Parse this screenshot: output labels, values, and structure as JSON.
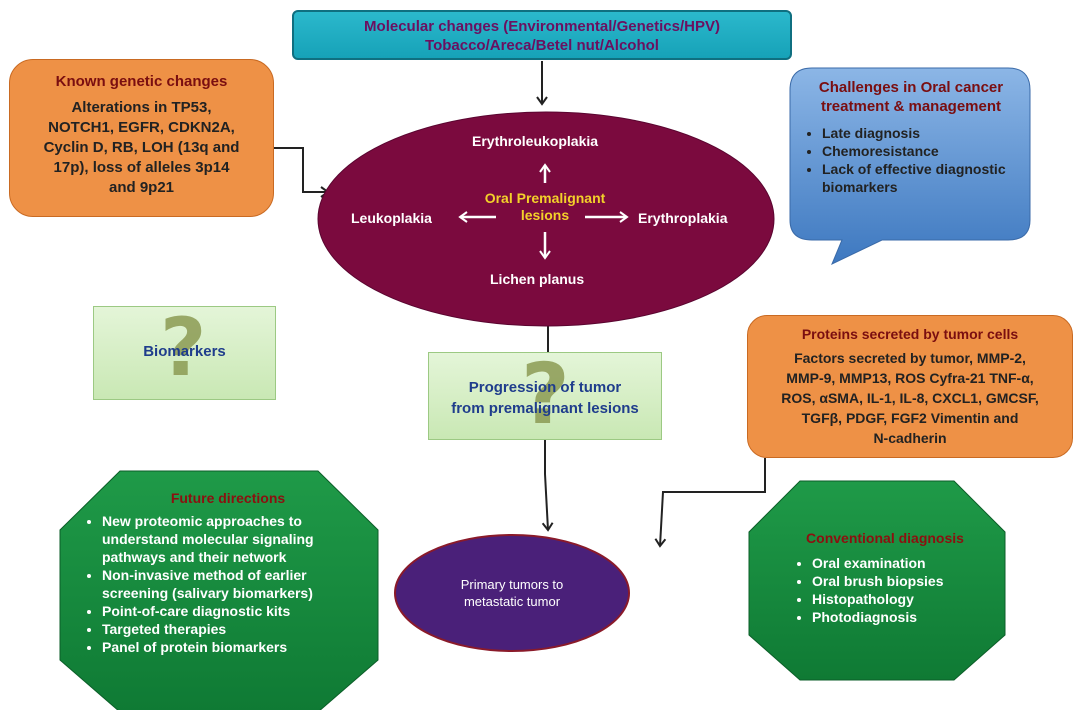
{
  "top_box": {
    "line1": "Molecular changes (Environmental/Genetics/HPV)",
    "line2": "Tobacco/Areca/Betel nut/Alcohol"
  },
  "known_genetic": {
    "title": "Known genetic changes",
    "lines": [
      "Alterations in TP53,",
      "NOTCH1, EGFR, CDKN2A,",
      "Cyclin D, RB, LOH (13q and",
      "17p), loss of alleles 3p14",
      "and 9p21"
    ]
  },
  "challenges": {
    "title_line1": "Challenges in Oral cancer",
    "title_line2": "treatment  & management",
    "items": [
      "Late diagnosis",
      "Chemoresistance",
      "Lack of effective diagnostic biomarkers"
    ]
  },
  "lesions": {
    "center_line1": "Oral Premalignant",
    "center_line2": "lesions",
    "top": "Erythroleukoplakia",
    "left": "Leukoplakia",
    "right": "Erythroplakia",
    "bottom": "Lichen planus"
  },
  "biomarkers": {
    "label": "Biomarkers",
    "mark": "?"
  },
  "progression": {
    "line1": "Progression of tumor",
    "line2": "from premalignant lesions",
    "mark": "?"
  },
  "proteins": {
    "title": "Proteins secreted by tumor cells",
    "lines": [
      "Factors secreted by tumor, MMP-2,",
      "MMP-9, MMP13, ROS Cyfra-21 TNF-α,",
      "ROS, αSMA, IL-1, IL-8, CXCL1, GMCSF,",
      "TGFβ, PDGF, FGF2 Vimentin and",
      "N-cadherin"
    ]
  },
  "future": {
    "title": "Future directions",
    "items": [
      "New proteomic approaches to understand molecular signaling pathways and their network",
      "Non-invasive method of earlier screening (salivary biomarkers)",
      "Point-of-care diagnostic kits",
      "Targeted therapies",
      "Panel of protein biomarkers"
    ]
  },
  "primary": {
    "line1": "Primary tumors to",
    "line2": "metastatic tumor"
  },
  "conventional": {
    "title": "Conventional diagnosis",
    "items": [
      "Oral examination",
      "Oral brush biopsies",
      "Histopathology",
      "Photodiagnosis"
    ]
  },
  "colors": {
    "teal": "#16a2b8",
    "orange": "#ee9146",
    "maroon": "#7b0a3e",
    "green": "#148a3c",
    "blue": "#4a86c8",
    "purple": "#4a2079",
    "pale_green": "#d8efc9"
  }
}
